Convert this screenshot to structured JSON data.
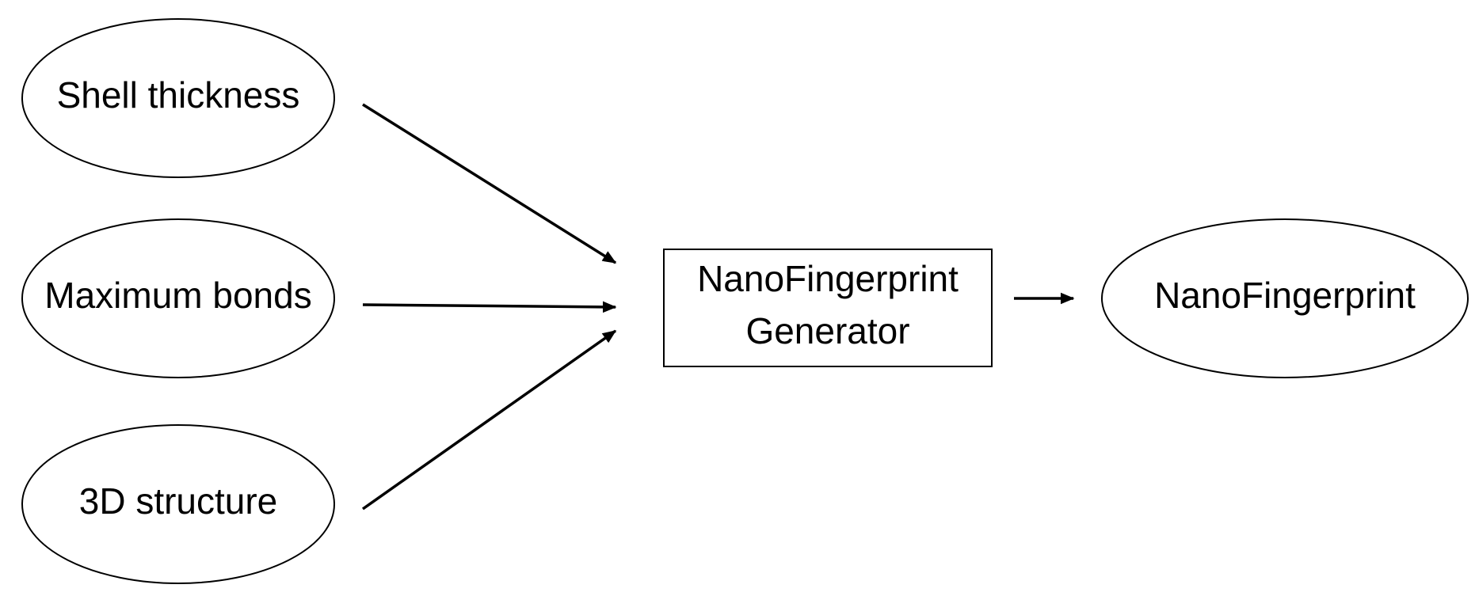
{
  "diagram": {
    "inputs": [
      {
        "id": "shell",
        "label": "Shell thickness"
      },
      {
        "id": "bonds",
        "label": "Maximum bonds"
      },
      {
        "id": "structure",
        "label": "3D structure"
      }
    ],
    "generator": {
      "line1": "NanoFingerprint",
      "line2": "Generator"
    },
    "output": {
      "label": "NanoFingerprint"
    }
  }
}
